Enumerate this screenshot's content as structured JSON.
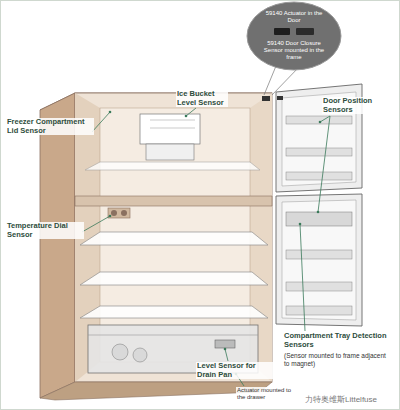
{
  "diagram": {
    "nodes": [
      {
        "text": [
          "59140 Actuator in the Door",
          "59140 Door Closure Sensor mounted in the frame"
        ]
      }
    ],
    "labels": [
      "Ice Bucket Level Sensor",
      "Door Position Sensors",
      "Freezer Compartment Lid Sensor",
      "Temperature Dial Sensor",
      "Compartment Tray Detection Sensors",
      "(Sensor mounted to frame adjacent to magnet)",
      "Level Sensor for Drain Pan",
      "Actuator mounted to the drawer",
      "力特奥维斯Littelfuse"
    ]
  }
}
